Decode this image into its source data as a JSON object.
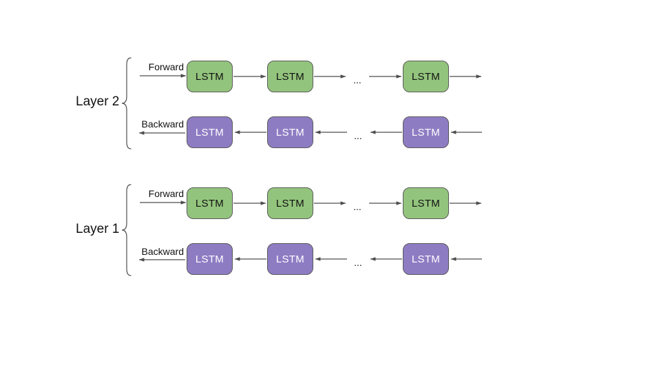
{
  "colors": {
    "forward_box_fill": "#93c47d",
    "backward_box_fill": "#8e7cc3",
    "box_border": "#595959",
    "arrow": "#4d4d4d",
    "text_dark": "#111111",
    "text_light": "#ffffff",
    "background": "#ffffff"
  },
  "diagram": {
    "layers": [
      {
        "label": "Layer 2",
        "rows": [
          {
            "label": "Forward",
            "direction": "right",
            "cells": [
              "LSTM",
              "LSTM",
              "LSTM"
            ],
            "ellipsis": "..."
          },
          {
            "label": "Backward",
            "direction": "left",
            "cells": [
              "LSTM",
              "LSTM",
              "LSTM"
            ],
            "ellipsis": "..."
          }
        ]
      },
      {
        "label": "Layer 1",
        "rows": [
          {
            "label": "Forward",
            "direction": "right",
            "cells": [
              "LSTM",
              "LSTM",
              "LSTM"
            ],
            "ellipsis": "..."
          },
          {
            "label": "Backward",
            "direction": "left",
            "cells": [
              "LSTM",
              "LSTM",
              "LSTM"
            ],
            "ellipsis": "..."
          }
        ]
      }
    ]
  }
}
